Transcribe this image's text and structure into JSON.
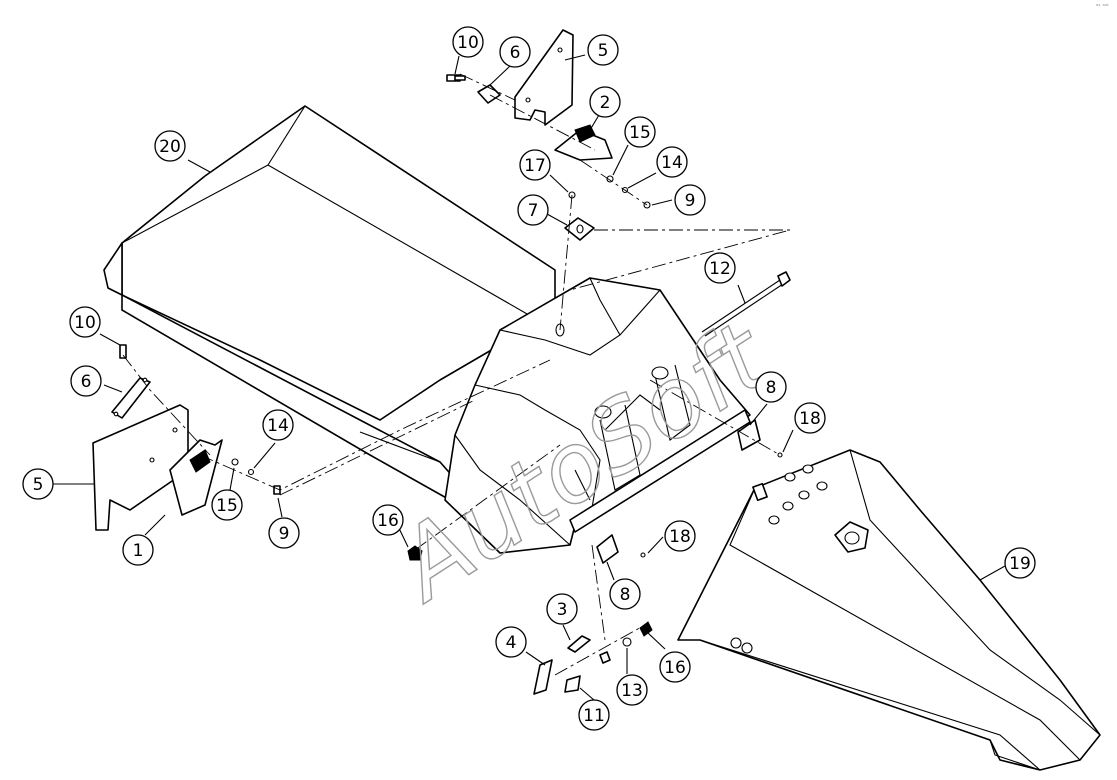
{
  "watermark": {
    "text": "AutoSoft"
  },
  "corner_logo": {
    "text": "ᵃˢ ᵃᵘᵗ"
  },
  "callouts": [
    {
      "id": "c-10a",
      "label": "10"
    },
    {
      "id": "c-6a",
      "label": "6"
    },
    {
      "id": "c-5a",
      "label": "5"
    },
    {
      "id": "c-2",
      "label": "2"
    },
    {
      "id": "c-15a",
      "label": "15"
    },
    {
      "id": "c-14a",
      "label": "14"
    },
    {
      "id": "c-17",
      "label": "17"
    },
    {
      "id": "c-9a",
      "label": "9"
    },
    {
      "id": "c-7",
      "label": "7"
    },
    {
      "id": "c-20",
      "label": "20"
    },
    {
      "id": "c-12",
      "label": "12"
    },
    {
      "id": "c-10b",
      "label": "10"
    },
    {
      "id": "c-6b",
      "label": "6"
    },
    {
      "id": "c-14b",
      "label": "14"
    },
    {
      "id": "c-5b",
      "label": "5"
    },
    {
      "id": "c-15b",
      "label": "15"
    },
    {
      "id": "c-1",
      "label": "1"
    },
    {
      "id": "c-9b",
      "label": "9"
    },
    {
      "id": "c-16a",
      "label": "16"
    },
    {
      "id": "c-8a",
      "label": "8"
    },
    {
      "id": "c-18a",
      "label": "18"
    },
    {
      "id": "c-18b",
      "label": "18"
    },
    {
      "id": "c-8b",
      "label": "8"
    },
    {
      "id": "c-19",
      "label": "19"
    },
    {
      "id": "c-3",
      "label": "3"
    },
    {
      "id": "c-4",
      "label": "4"
    },
    {
      "id": "c-13",
      "label": "13"
    },
    {
      "id": "c-16b",
      "label": "16"
    },
    {
      "id": "c-11",
      "label": "11"
    }
  ]
}
